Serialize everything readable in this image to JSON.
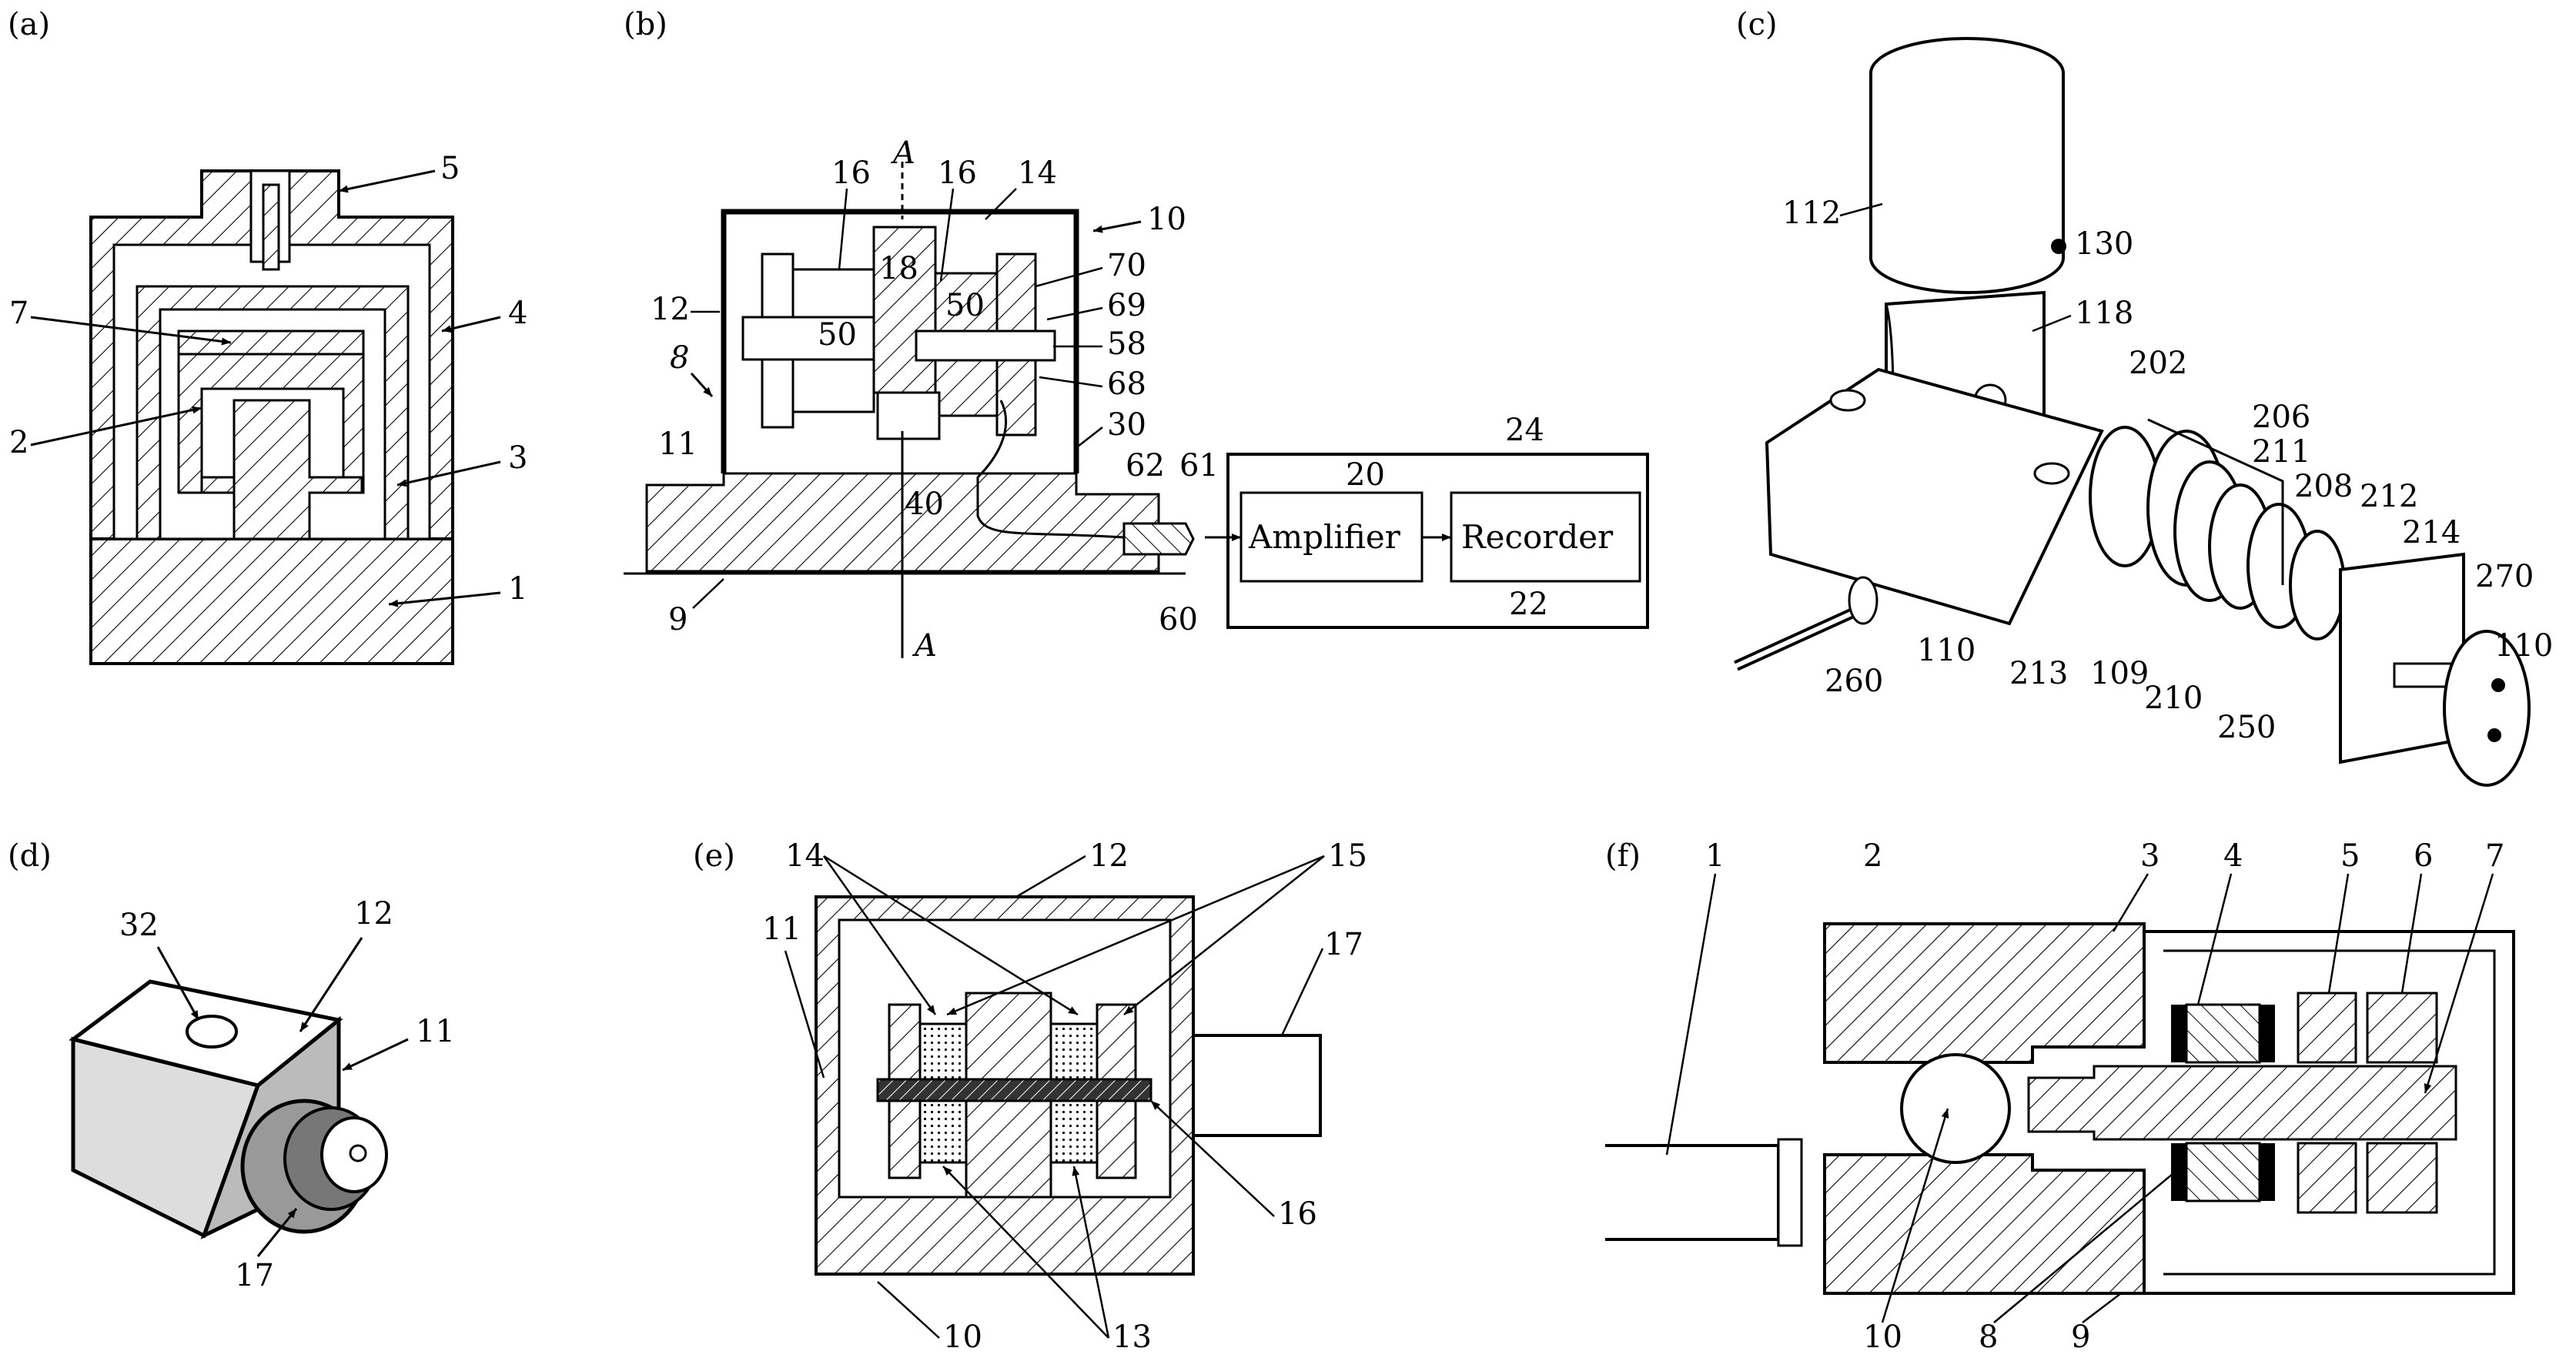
{
  "panels": {
    "a": {
      "tag": "(a)",
      "callouts": {
        "c5": "5",
        "c7": "7",
        "c4": "4",
        "c2": "2",
        "c3": "3",
        "c1": "1"
      }
    },
    "b": {
      "tag": "(b)",
      "callouts": {
        "A_top": "A",
        "A_bot": "A",
        "c16a": "16",
        "c16b": "16",
        "c14": "14",
        "c10": "10",
        "c18": "18",
        "c50a": "50",
        "c50b": "50",
        "c70": "70",
        "c69": "69",
        "c58": "58",
        "c68": "68",
        "c12": "12",
        "c8": "8",
        "c11": "11",
        "c30": "30",
        "c40": "40",
        "c62": "62",
        "c61": "61",
        "c9": "9",
        "c60": "60",
        "c20": "20",
        "c24": "24",
        "c22": "22"
      },
      "boxes": {
        "amplifier": "Amplifier",
        "recorder": "Recorder"
      }
    },
    "c": {
      "tag": "(c)",
      "callouts": {
        "c112": "112",
        "c130": "130",
        "c118": "118",
        "c202": "202",
        "c206": "206",
        "c211": "211",
        "c208": "208",
        "c212": "212",
        "c214": "214",
        "c270": "270",
        "c110a": "110",
        "c110b": "110",
        "c260": "260",
        "c213": "213",
        "c109": "109",
        "c210": "210",
        "c250": "250"
      }
    },
    "d": {
      "tag": "(d)",
      "callouts": {
        "c32": "32",
        "c12": "12",
        "c11": "11",
        "c17": "17"
      }
    },
    "e": {
      "tag": "(e)",
      "callouts": {
        "c14": "14",
        "c12": "12",
        "c15": "15",
        "c11": "11",
        "c17": "17",
        "c16": "16",
        "c10": "10",
        "c13": "13"
      }
    },
    "f": {
      "tag": "(f)",
      "callouts": {
        "c1": "1",
        "c2": "2",
        "c3": "3",
        "c4": "4",
        "c5": "5",
        "c6": "6",
        "c7": "7",
        "c10": "10",
        "c8": "8",
        "c9": "9"
      }
    }
  }
}
